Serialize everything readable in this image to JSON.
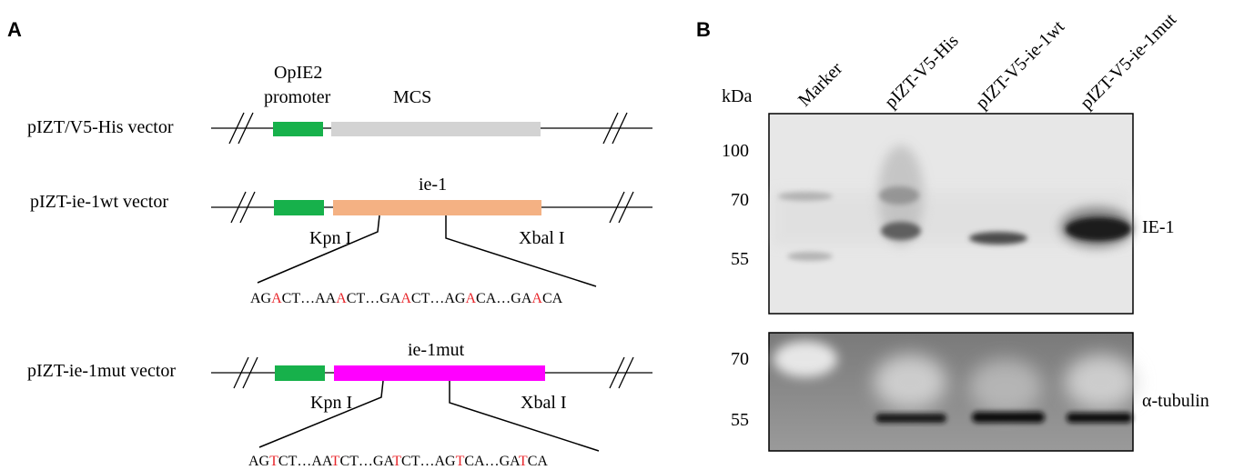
{
  "panel_a": {
    "letter": "A",
    "vectors": [
      {
        "label": "pIZT/V5-His vector",
        "promoter_label_1": "OpIE2",
        "promoter_label_2": "promoter",
        "insert_label": "MCS"
      },
      {
        "label": "pIZT-ie-1wt vector",
        "insert_label": "ie-1",
        "site_left": "Kpn I",
        "site_right": "Xbal I",
        "sequence": [
          "AG",
          "A",
          "CT…AA",
          "A",
          "CT…GA",
          "A",
          "CT…AG",
          "A",
          "CA…GA",
          "A",
          "CA"
        ]
      },
      {
        "label": "pIZT-ie-1mut vector",
        "insert_label": "ie-1mut",
        "site_left": "Kpn I",
        "site_right": "Xbal I",
        "sequence": [
          "AG",
          "T",
          "CT…AA",
          "T",
          "CT…GA",
          "T",
          "CT…AG",
          "T",
          "CA…GA",
          "T",
          "CA"
        ]
      }
    ],
    "colors": {
      "promoter": "#17b14b",
      "mcs": "#d3d3d3",
      "ie1wt": "#f4b183",
      "ie1mut": "#ff00ff",
      "mutation": "#e8262b"
    }
  },
  "panel_b": {
    "letter": "B",
    "unit_label": "kDa",
    "lanes": [
      "Marker",
      "pIZT-V5-His",
      "pIZT-V5-ie-1wt",
      "pIZT-V5-ie-1mut"
    ],
    "top_blot": {
      "markers": [
        "100",
        "70",
        "55"
      ],
      "band_label": "IE-1"
    },
    "bottom_blot": {
      "markers": [
        "70",
        "55"
      ],
      "band_label": "α-tubulin"
    }
  }
}
